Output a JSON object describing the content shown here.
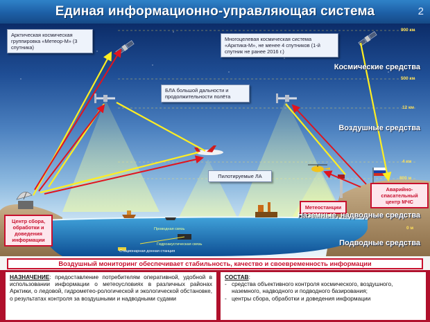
{
  "header": {
    "title": "Единая информационно-управляющая система",
    "page_number": "2"
  },
  "callouts": {
    "meteor": "Арктическая космическая группировка «Метеор-М» (3 спутника)",
    "arktika": "Многоцелевая космическая система «Арктика-М», не менее 4 спутников (1-й спутник не ранее 2016 г.)",
    "bla": "БЛА большой дальности и продолжительности полёта",
    "piloted": "Пилотируемые ЛА",
    "data_center": "Центр сбора, обработки и доведения информации",
    "weather": "Метеостанции",
    "rescue": "Аварийно-спасательный центр МЧС"
  },
  "bands": {
    "space": "Космические средства",
    "air": "Воздушные средства",
    "ground": "Наземные, надводные средства",
    "underwater": "Подводные средства"
  },
  "altitudes": [
    "900 км",
    "500 км",
    "12 км",
    "4 км",
    "800 м",
    "0 м"
  ],
  "small_labels": {
    "cable": "Проводная связь",
    "hydro": "Гидроакустическая связь",
    "stationary": "Стационарная донная станция"
  },
  "strip": "Воздушный мониторинг обеспечивает стабильность, качество и своевременность информации",
  "purpose": {
    "heading": "НАЗНАЧЕНИЕ",
    "text": "предоставление потребителям оперативной, удобной в использовании информации о метеоусловиях в различных районах Арктики, о ледовой, гидрометео-рологической и экологической обстановке, о результатах контроля за воздушными и надводными судами"
  },
  "composition": {
    "heading": "СОСТАВ",
    "items": [
      "средства объективного контроля космического, воздушного, наземного, надводного и подводного базирования;",
      "центры сбора, обработки и доведения информации"
    ]
  },
  "colors": {
    "header": "#1d5fa6",
    "accent_red": "#c8102e",
    "panel": "#b0102c"
  }
}
